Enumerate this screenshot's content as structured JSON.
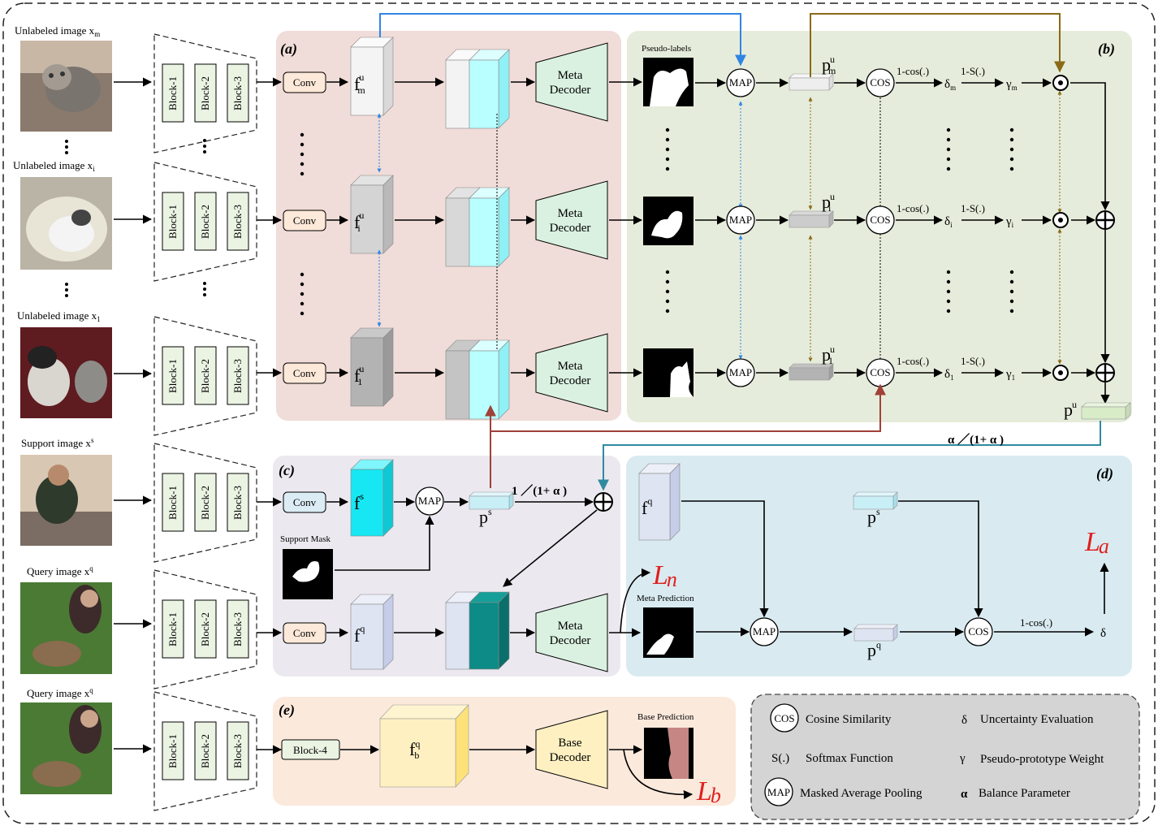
{
  "inputs": {
    "unlabeled_m": "Unlabeled image x",
    "unlabeled_m_sub": "m",
    "unlabeled_i": "Unlabeled image x",
    "unlabeled_i_sub": "i",
    "unlabeled_1": "Unlabeled image x",
    "unlabeled_1_sub": "1",
    "support": "Support image x",
    "support_sup": "s",
    "query_c": "Query image x",
    "query_c_sup": "q",
    "query_e": "Query image x",
    "query_e_sup": "q"
  },
  "encoder": {
    "block1": "Block-1",
    "block2": "Block-2",
    "block3": "Block-3",
    "block4": "Block-4"
  },
  "panels": {
    "a": "(a)",
    "b": "(b)",
    "c": "(c)",
    "d": "(d)",
    "e": "(e)"
  },
  "modules": {
    "conv": "Conv",
    "map": "MAP",
    "cos": "COS",
    "meta_decoder_1": "Meta",
    "meta_decoder_2": "Decoder",
    "base_decoder_1": "Base",
    "base_decoder_2": "Decoder"
  },
  "features": {
    "f": "f",
    "u": "u",
    "m": "m",
    "i": "i",
    "one": "1",
    "s": "s",
    "q": "q",
    "b": "b",
    "p": "p"
  },
  "ops": {
    "one_minus_cos": "1-cos(.)",
    "one_minus_s": "1-S(.)",
    "delta": "δ",
    "gamma": "γ",
    "alpha_frac": "α ／(1+ α )",
    "one_frac": "1 ／(1+ α )"
  },
  "labels": {
    "pseudo_labels": "Pseudo-labels",
    "support_mask": "Support Mask",
    "meta_prediction": "Meta Prediction",
    "base_prediction": "Base Prediction"
  },
  "losses": {
    "n": "n",
    "a": "a",
    "b": "b",
    "L": "L"
  },
  "legend": {
    "cos_symbol": "COS",
    "cos_text": "Cosine Similarity",
    "delta_symbol": "δ",
    "delta_text": "Uncertainty Evaluation",
    "s_symbol": "S(.)",
    "s_text": "Softmax Function",
    "gamma_symbol": "γ",
    "gamma_text": "Pseudo-prototype Weight",
    "map_symbol": "MAP",
    "map_text": "Masked Average Pooling",
    "alpha_symbol": "α",
    "alpha_text": "Balance Parameter"
  },
  "colors": {
    "panel_a": "#f0dcd8",
    "panel_b": "#e6ecdb",
    "panel_c": "#ebe8ef",
    "panel_d": "#d9ebf1",
    "panel_e": "#fbe9dc",
    "legend_bg": "#d4d4d4",
    "block_fill": "#ebf3e3",
    "conv_fill": "#fde9d9",
    "conv_s_fill": "#dcecf4",
    "decoder_fill": "#daf1e1",
    "cyan": "#b9ffff",
    "cyan_strong": "#16e7f2",
    "teal": "#0d8b86",
    "arrow_blue": "#2f85e3",
    "arrow_olive": "#8a6a16",
    "arrow_red": "#a04038",
    "arrow_teal": "#2f8aa0",
    "loss_red": "#e0201e"
  }
}
